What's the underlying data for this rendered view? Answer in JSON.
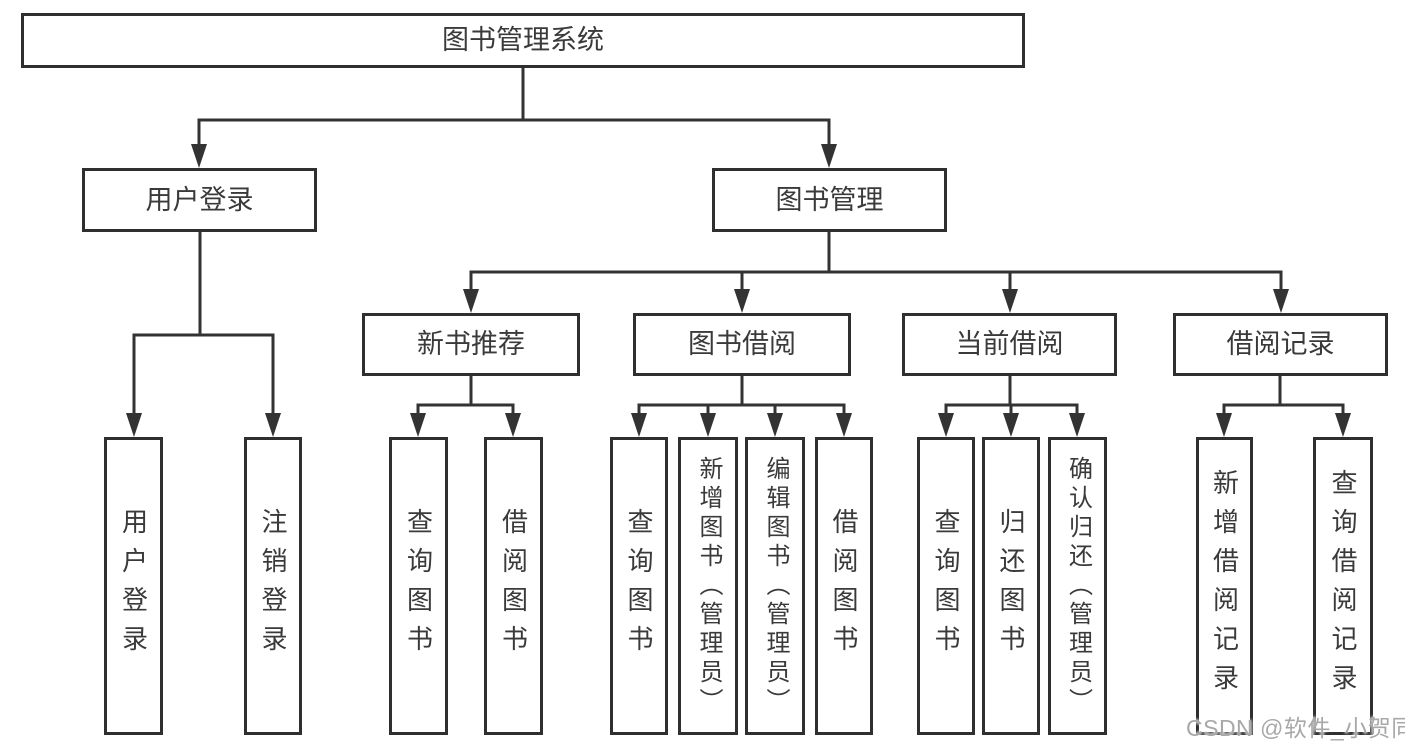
{
  "watermark": "CSDN @软件_小贺同学",
  "colors": {
    "line": "#333333",
    "border": "#2f2f2f",
    "text": "#3a3a3a",
    "background": "#ffffff",
    "watermark": "#a8a8a8"
  },
  "tree": {
    "label": "图书管理系统",
    "children": [
      {
        "label": "用户登录",
        "children": [
          {
            "label": "用户登录"
          },
          {
            "label": "注销登录"
          }
        ]
      },
      {
        "label": "图书管理",
        "children": [
          {
            "label": "新书推荐",
            "children": [
              {
                "label": "查询图书"
              },
              {
                "label": "借阅图书"
              }
            ]
          },
          {
            "label": "图书借阅",
            "children": [
              {
                "label": "查询图书"
              },
              {
                "label": "新增图书（管理员）"
              },
              {
                "label": "编辑图书（管理员）"
              },
              {
                "label": "借阅图书"
              }
            ]
          },
          {
            "label": "当前借阅",
            "children": [
              {
                "label": "查询图书"
              },
              {
                "label": "归还图书"
              },
              {
                "label": "确认归还（管理员）"
              }
            ]
          },
          {
            "label": "借阅记录",
            "children": [
              {
                "label": "新增借阅记录"
              },
              {
                "label": "查询借阅记录"
              }
            ]
          }
        ]
      }
    ]
  }
}
